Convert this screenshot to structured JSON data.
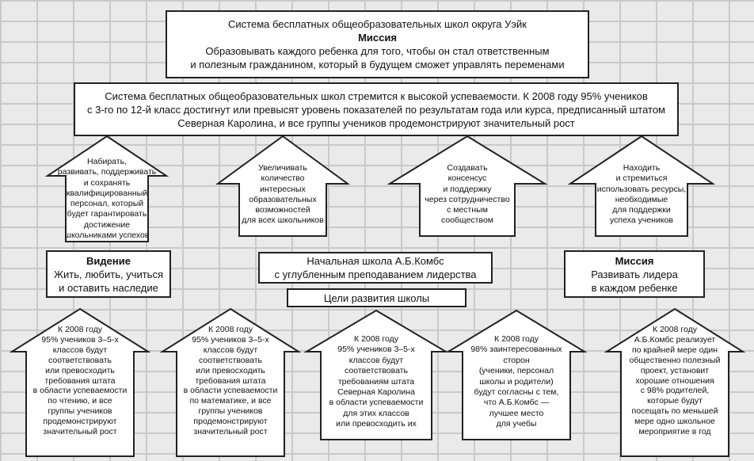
{
  "top_box": {
    "line1": "Система бесплатных общеобразовательных школ округа  Уэйк",
    "title": "Миссия",
    "line2": "Образовывать  каждого ребенка для того, чтобы он стал ответственным",
    "line3": "и полезным гражданином, который в будущем сможет управлять переменами"
  },
  "goal_box": {
    "line1": "Система бесплатных общеобразовательных школ стремится к высокой успеваемости. К 2008 году 95% учеников",
    "line2": "с 3-го по 12-й класс достигнут или превысят уровень показателей по результатам года или курса, предписанный штатом",
    "line3": "Северная Каролина, и все группы учеников продемонстрируют значительный рост"
  },
  "upper_arrows": [
    {
      "lines": [
        "Набирать,",
        "развивать, поддерживать",
        "и сохранять",
        "квалифицированный",
        "персонал, который",
        "будет гарантировать",
        "достижение",
        "школьниками успехов"
      ]
    },
    {
      "lines": [
        "Увеличивать",
        "количество",
        "интересных",
        "образовательных",
        "возможностей",
        "для всех школьников"
      ]
    },
    {
      "lines": [
        "Создавать",
        "консенсус",
        "и поддержку",
        "через сотрудничество",
        "с местным",
        "сообществом"
      ]
    },
    {
      "lines": [
        "Находить",
        "и стремиться",
        "использовать ресурсы,",
        "необходимые",
        "для поддержки",
        "успеха учеников"
      ]
    }
  ],
  "vision_box": {
    "title": "Видение",
    "line1": "Жить, любить, учиться",
    "line2": "и оставить наследие"
  },
  "school_box": {
    "line1": "Начальная школа А.Б.Комбс",
    "line2": "с углубленным преподаванием лидерства"
  },
  "goals_label": "Цели развития школы",
  "mission_box": {
    "title": "Миссия",
    "line1": "Развивать лидера",
    "line2": "в каждом ребенке"
  },
  "lower_arrows": [
    {
      "lines": [
        "К 2008 году",
        "95% учеников 3–5-х",
        "классов будут",
        "соответствовать",
        "или превосходить",
        "требования штата",
        "в области успеваемости",
        "по чтению, и все",
        "группы учеников",
        "продемонстрируют",
        "значительный рост"
      ]
    },
    {
      "lines": [
        "К 2008 году",
        "95% учеников 3–5-х",
        "классов будут",
        "соответствовать",
        "или превосходить",
        "требования штата",
        "в области успеваемости",
        "по математике, и все",
        "группы учеников",
        "продемонстрируют",
        "значительный рост"
      ]
    },
    {
      "lines": [
        "К 2008 году",
        "95% учеников 3–5-х",
        "классов будут",
        "соответствовать",
        "требованиям штата",
        "Северная Каролина",
        "в области успеваемости",
        "для этих классов",
        "или превосходить их"
      ]
    },
    {
      "lines": [
        "К 2008 году",
        "98% заинтересованных",
        "сторон",
        "(ученики, персонал",
        "школы и родители)",
        "будут согласны с тем,",
        "что А.Б.Комбс —",
        "лучшее место",
        "для учебы"
      ]
    },
    {
      "lines": [
        "К 2008 году",
        "А.Б.Комбс реализует",
        "по крайней мере один",
        "общественно полезный",
        "проект, установит",
        "хорошие отношения",
        "с  98% родителей,",
        "которые будут",
        "посещать по меньшей",
        "мере одно школьное",
        "мероприятие в год"
      ]
    }
  ]
}
